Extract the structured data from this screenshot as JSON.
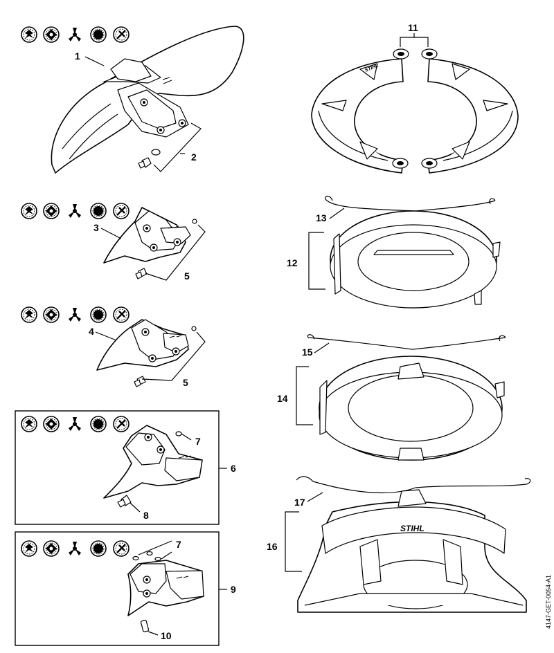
{
  "diagram": {
    "callouts": {
      "c1": "1",
      "c2": "2",
      "c3": "3",
      "c4": "4",
      "c5a": "5",
      "c5b": "5",
      "c6": "6",
      "c7a": "7",
      "c7b": "7",
      "c8": "8",
      "c9": "9",
      "c10": "10",
      "c11": "11",
      "c12": "12",
      "c13": "13",
      "c14": "14",
      "c15": "15",
      "c16": "16",
      "c17": "17"
    },
    "document_id": "4147-GET-0054-A1",
    "brand_marks": [
      "STIHL"
    ],
    "tool_icon_set": [
      "grass-cutting-blade-icon",
      "brush-knife-icon",
      "three-tooth-blade-icon",
      "mowing-head-icon",
      "shredder-blade-icon"
    ]
  }
}
